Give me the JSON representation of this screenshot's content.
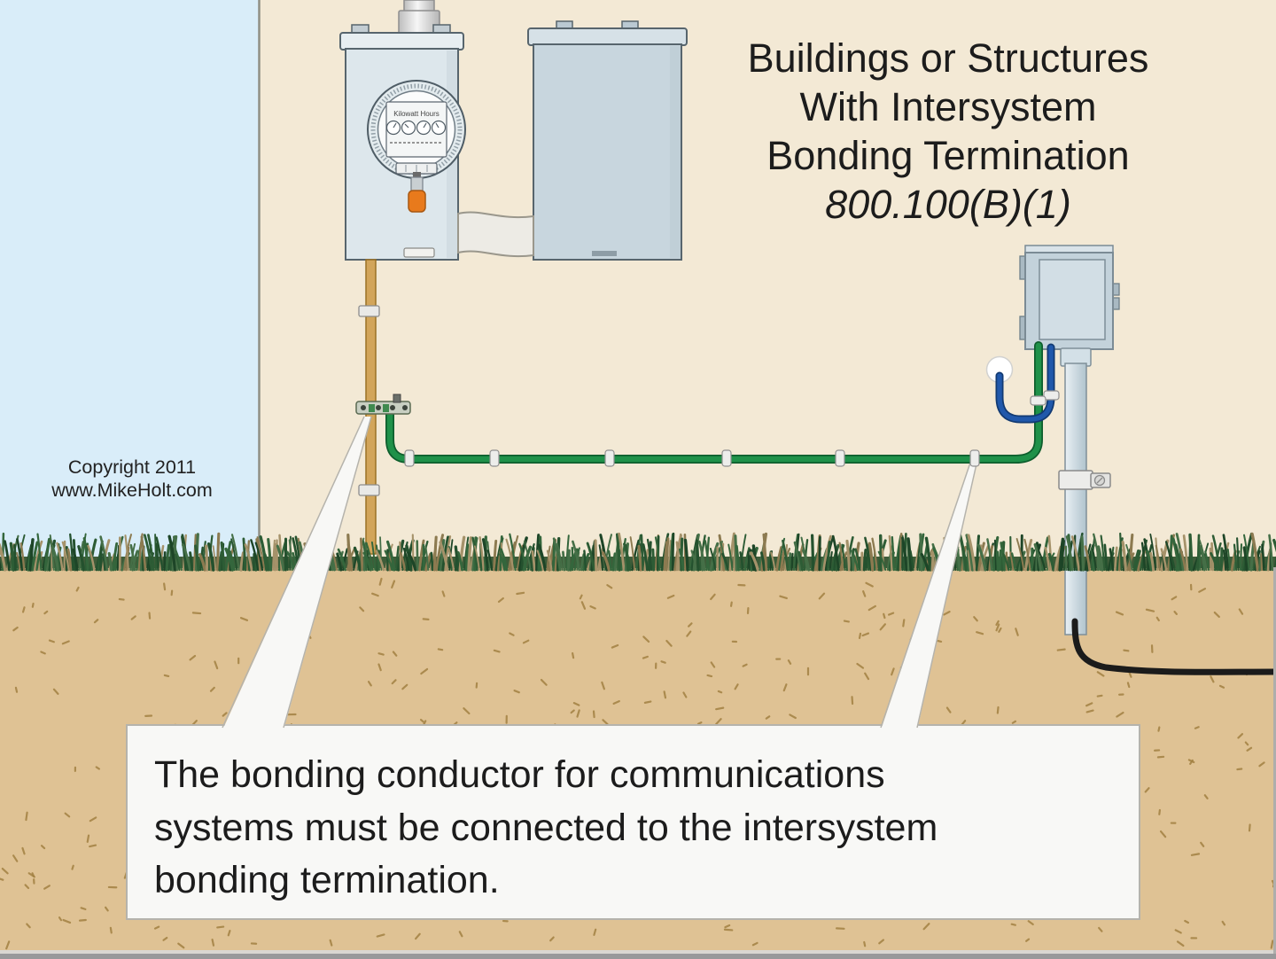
{
  "title": {
    "lines": [
      "Buildings or Structures",
      "With Intersystem",
      "Bonding Termination"
    ],
    "code_ref": "800.100(B)(1)"
  },
  "copyright": {
    "line1": "Copyright 2011",
    "line2": "www.MikeHolt.com"
  },
  "callout": {
    "lines": [
      "The bonding conductor for communications",
      "systems must be connected to the intersystem",
      "bonding termination."
    ]
  },
  "meter": {
    "label": "Kilowatt Hours"
  },
  "colors": {
    "sky": "#d9edf9",
    "wall": "#f3e9d5",
    "soil": "#dfc294",
    "soil_speckle": "#a28142",
    "wire_green": "#1f9149",
    "wire_green_edge": "#0e5e2d",
    "wire_blue": "#2058ab",
    "wire_blue_edge": "#123a72",
    "gec_tan": "#d2a55a",
    "seal_orange": "#e87a1c",
    "cable_black": "#1b1b1b",
    "callout_bg": "#f8f8f6",
    "callout_border": "#b5b3ac",
    "ink": "#1c1c1c",
    "grass_palette": [
      "#24512e",
      "#34663c",
      "#456f47",
      "#1d4527",
      "#2d5c35",
      "#8c7a50",
      "#a5926a"
    ]
  }
}
